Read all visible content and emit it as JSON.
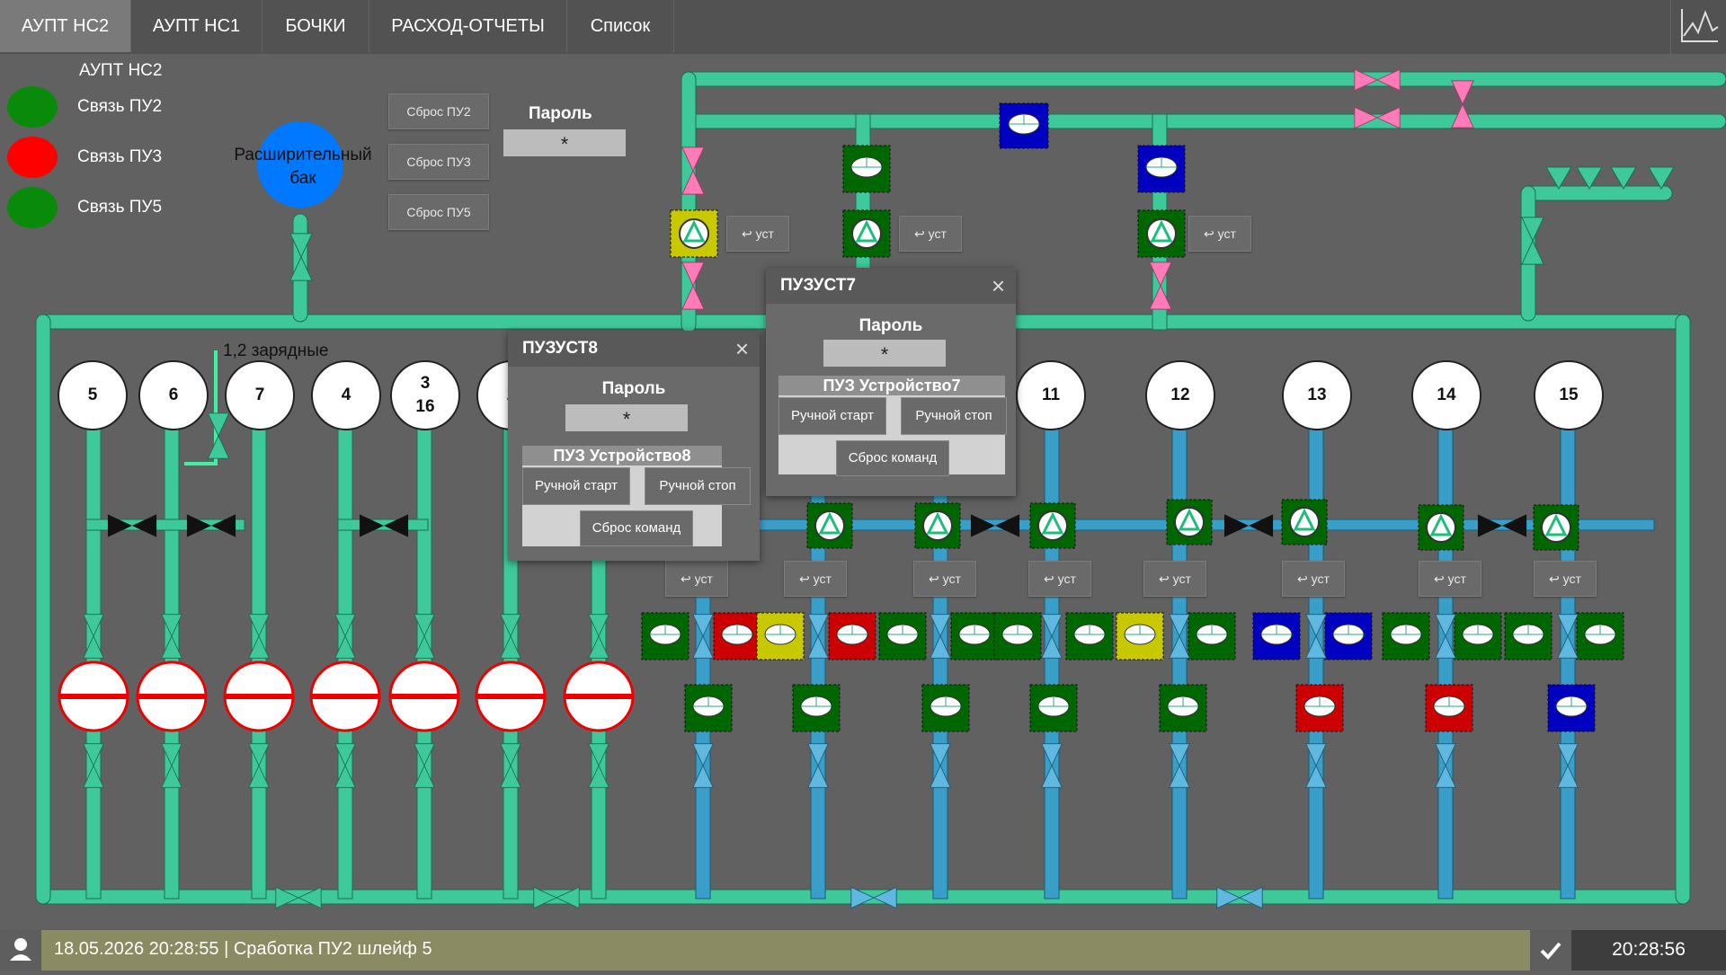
{
  "nav": {
    "tabs": [
      {
        "label": "АУПТ НС2",
        "active": true
      },
      {
        "label": "АУПТ НС1",
        "active": false
      },
      {
        "label": "БОЧКИ",
        "active": false
      },
      {
        "label": "РАСХОД-ОТЧЕТЫ",
        "active": false
      },
      {
        "label": "Список",
        "active": false
      }
    ],
    "trend_icon": "trend-chart-icon"
  },
  "left_panel": {
    "section_title": "АУПТ НС2",
    "links": [
      {
        "label": "Связь ПУ2",
        "color": "#0a8a0a"
      },
      {
        "label": "Связь ПУ3",
        "color": "#ff0000"
      },
      {
        "label": "Связь ПУ5",
        "color": "#0a8a0a"
      }
    ],
    "reset_buttons": [
      "Сброс ПУ2",
      "Сброс ПУ3",
      "Сброс ПУ5"
    ],
    "password_label": "Пароль",
    "password_value": "*",
    "tank_label": "Расширительный бак",
    "charging_label": "1,2 зарядные"
  },
  "pumps": [
    "5",
    "6",
    "7",
    "4",
    "3\n16",
    "2",
    "11",
    "12",
    "13",
    "14",
    "15"
  ],
  "ust_label": "уст",
  "dialogs": [
    {
      "title": "ПУЗУСТ8",
      "password_label": "Пароль",
      "password_value": "*",
      "group_title": "ПУЗ Устройство8",
      "manual_start": "Ручной старт",
      "manual_stop": "Ручной стоп",
      "reset_commands": "Сброс команд"
    },
    {
      "title": "ПУЗУСТ7",
      "password_label": "Пароль",
      "password_value": "*",
      "group_title": "ПУЗ Устройство7",
      "manual_start": "Ручной старт",
      "manual_stop": "Ручной стоп",
      "reset_commands": "Сброс команд"
    }
  ],
  "status": {
    "message": "18.05.2026  20:28:55 |  Сработка ПУ2 шлейф 5",
    "clock": "20:28:56",
    "user_icon": "user-icon",
    "ack_icon": "checkmark-icon"
  },
  "colors": {
    "pipe_green": "#3ec99a",
    "pipe_blue": "#3a9fc8",
    "valve_pink": "#ff7ab8",
    "valve_black": "#111111",
    "status_green": "#006600",
    "status_red": "#cc0000",
    "status_yellow": "#c8c800",
    "status_blue": "#0000c0"
  }
}
